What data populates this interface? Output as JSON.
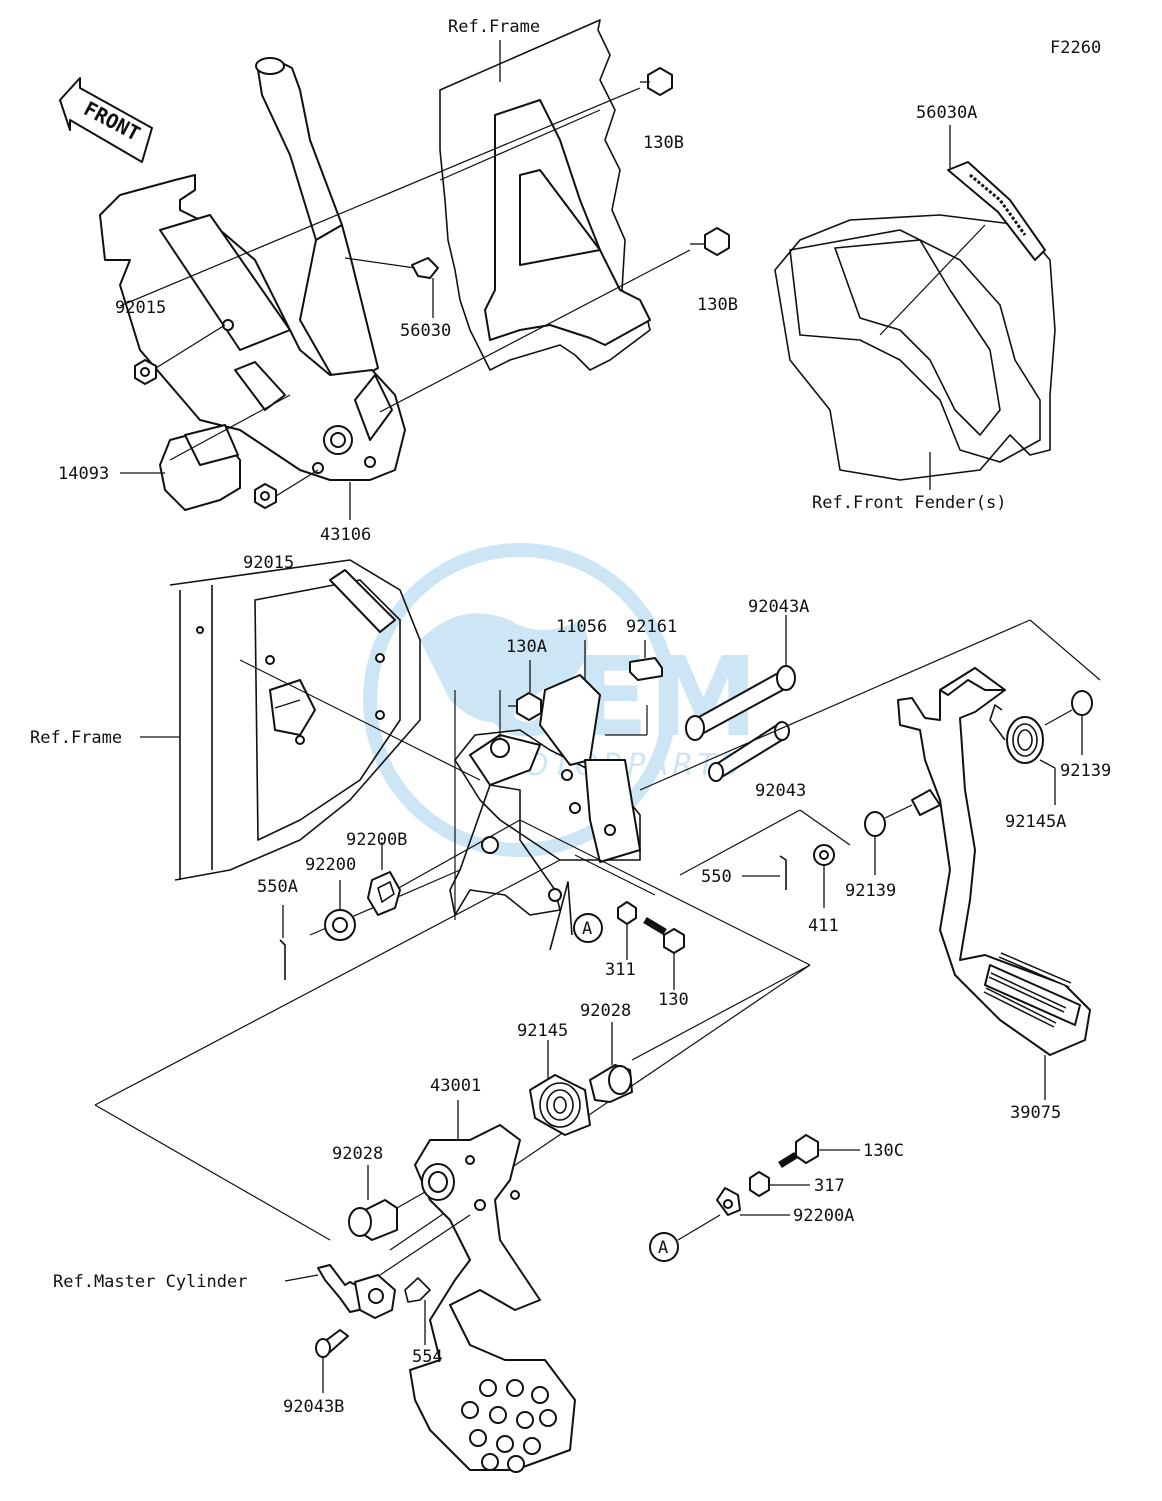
{
  "diagram_code": "F2260",
  "front_arrow_text": "FRONT",
  "watermark": {
    "brand_main": "OEM",
    "brand_sub": "MOTORPARTS",
    "color": "#1a8fd6"
  },
  "refs": {
    "frame_top": "Ref.Frame",
    "frame_left": "Ref.Frame",
    "front_fender": "Ref.Front Fender(s)",
    "master_cylinder": "Ref.Master Cylinder"
  },
  "parts": {
    "p130B_1": "130B",
    "p130B_2": "130B",
    "p56030A": "56030A",
    "p56030": "56030",
    "p92015_1": "92015",
    "p92015_2": "92015",
    "p14093": "14093",
    "p43106": "43106",
    "p130A": "130A",
    "p11056": "11056",
    "p92161": "92161",
    "p92043A": "92043A",
    "p92043": "92043",
    "p92139_1": "92139",
    "p92139_2": "92139",
    "p92145A": "92145A",
    "p92200B": "92200B",
    "p92200": "92200",
    "p550A": "550A",
    "p550": "550",
    "p411": "411",
    "p311": "311",
    "p130": "130",
    "calloutA_1": "A",
    "calloutA_2": "A",
    "p92145": "92145",
    "p92028_1": "92028",
    "p92028_2": "92028",
    "p43001": "43001",
    "p39075": "39075",
    "p130C": "130C",
    "p317": "317",
    "p92200A": "92200A",
    "p554": "554",
    "p92043B": "92043B"
  }
}
